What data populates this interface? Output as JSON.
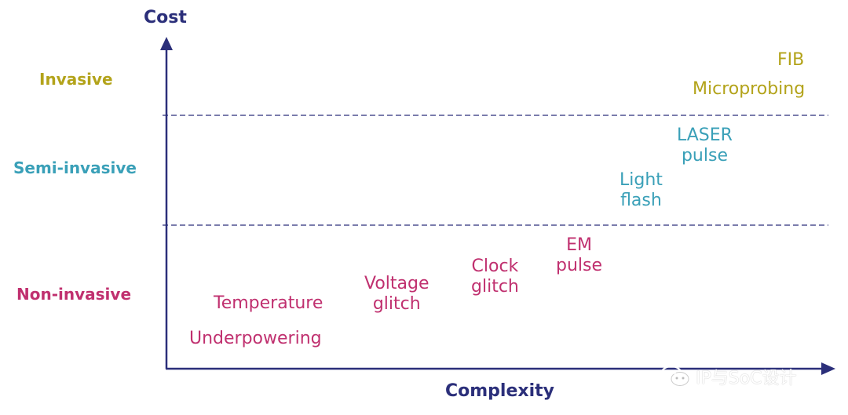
{
  "colors": {
    "axis": "#2b2f7a",
    "invasive": "#b3a31a",
    "semi_invasive": "#3aa0b8",
    "non_invasive": "#c0306f",
    "watermark": "#ffffff"
  },
  "axes": {
    "y_title": "Cost",
    "x_title": "Complexity"
  },
  "bands": {
    "invasive": "Invasive",
    "semi_invasive": "Semi-invasive",
    "non_invasive": "Non-invasive"
  },
  "techniques": {
    "fib": "FIB",
    "microprobing": "Microprobing",
    "laser_pulse": "LASER\npulse",
    "light_flash": "Light\nflash",
    "em_pulse": "EM\npulse",
    "clock_glitch": "Clock\nglitch",
    "voltage_glitch": "Voltage\nglitch",
    "temperature": "Temperature",
    "underpowering": "Underpowering"
  },
  "watermark": {
    "icon": "wechat-icon",
    "text": "IP与SoC设计"
  }
}
